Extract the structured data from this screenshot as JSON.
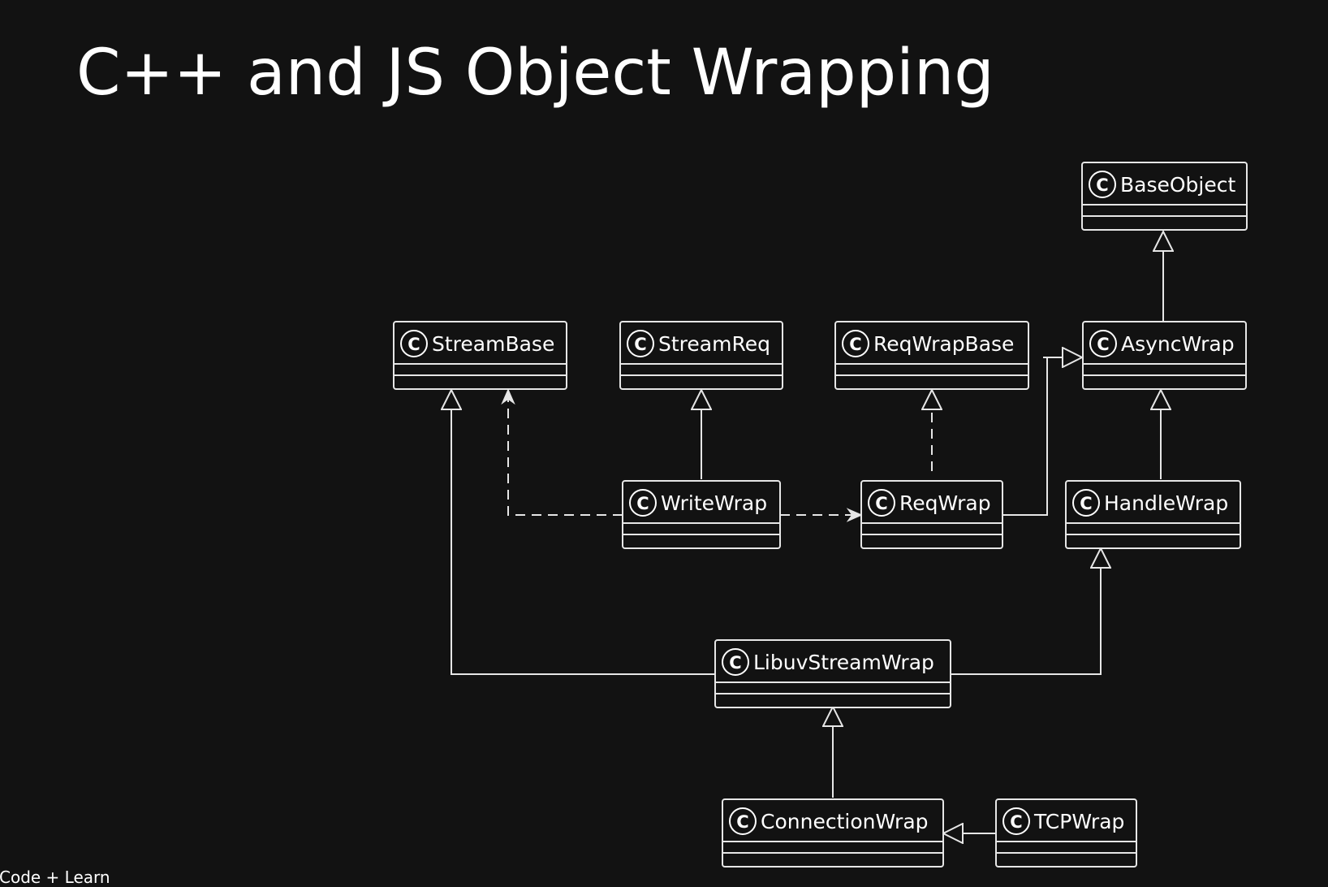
{
  "title": "C++ and JS Object Wrapping",
  "footer": "Code + Learn",
  "stereotype": "C",
  "nodes": {
    "base_object": "BaseObject",
    "stream_base": "StreamBase",
    "stream_req": "StreamReq",
    "req_wrap_base": "ReqWrapBase",
    "async_wrap": "AsyncWrap",
    "write_wrap": "WriteWrap",
    "req_wrap": "ReqWrap",
    "handle_wrap": "HandleWrap",
    "libuv_stream_wrap": "LibuvStreamWrap",
    "connection_wrap": "ConnectionWrap",
    "tcp_wrap": "TCPWrap"
  }
}
